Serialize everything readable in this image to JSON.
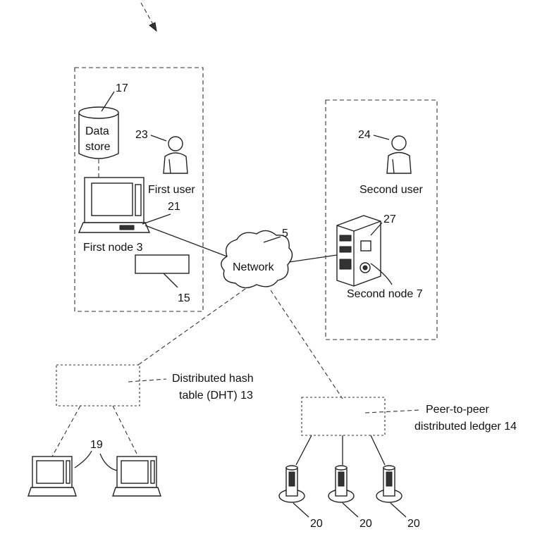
{
  "labels": {
    "data_store_line1": "Data",
    "data_store_line2": "store",
    "ref_17": "17",
    "ref_23": "23",
    "first_user": "First user",
    "ref_21": "21",
    "first_node": "First node 3",
    "ref_15": "15",
    "ref_5": "5",
    "network": "Network",
    "ref_24": "24",
    "second_user": "Second user",
    "ref_27": "27",
    "second_node": "Second node 7",
    "dht_line1": "Distributed hash",
    "dht_line2": "table (DHT) 13",
    "ledger_line1": "Peer-to-peer",
    "ledger_line2": "distributed ledger 14",
    "ref_19": "19",
    "ref_20_a": "20",
    "ref_20_b": "20",
    "ref_20_c": "20"
  }
}
